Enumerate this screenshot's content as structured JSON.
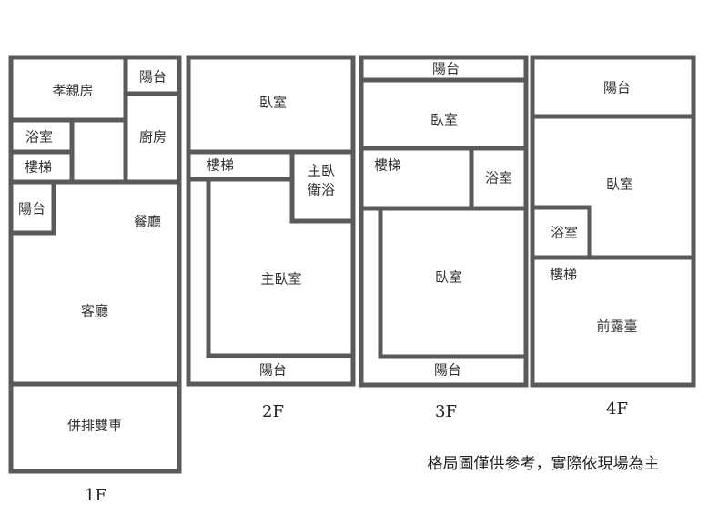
{
  "floors": {
    "f1": {
      "label": "1F",
      "rooms": {
        "elder_room": "孝親房",
        "balcony_top": "陽台",
        "bath": "浴室",
        "stairs": "樓梯",
        "kitchen": "廚房",
        "balcony_left": "陽台",
        "dining": "餐廳",
        "living": "客廳",
        "garage": "併排雙車"
      }
    },
    "f2": {
      "label": "2F",
      "rooms": {
        "bedroom": "臥室",
        "stairs": "樓梯",
        "master_bath_1": "主臥",
        "master_bath_2": "衛浴",
        "master_bedroom": "主臥室",
        "balcony": "陽台"
      }
    },
    "f3": {
      "label": "3F",
      "rooms": {
        "balcony_top": "陽台",
        "bedroom_top": "臥室",
        "stairs": "樓梯",
        "bath": "浴室",
        "bedroom": "臥室",
        "balcony_bottom": "陽台"
      }
    },
    "f4": {
      "label": "4F",
      "rooms": {
        "balcony": "陽台",
        "bedroom": "臥室",
        "bath": "浴室",
        "stairs": "樓梯",
        "terrace": "前露臺"
      }
    }
  },
  "note": "格局圖僅供參考，實際依現場為主"
}
